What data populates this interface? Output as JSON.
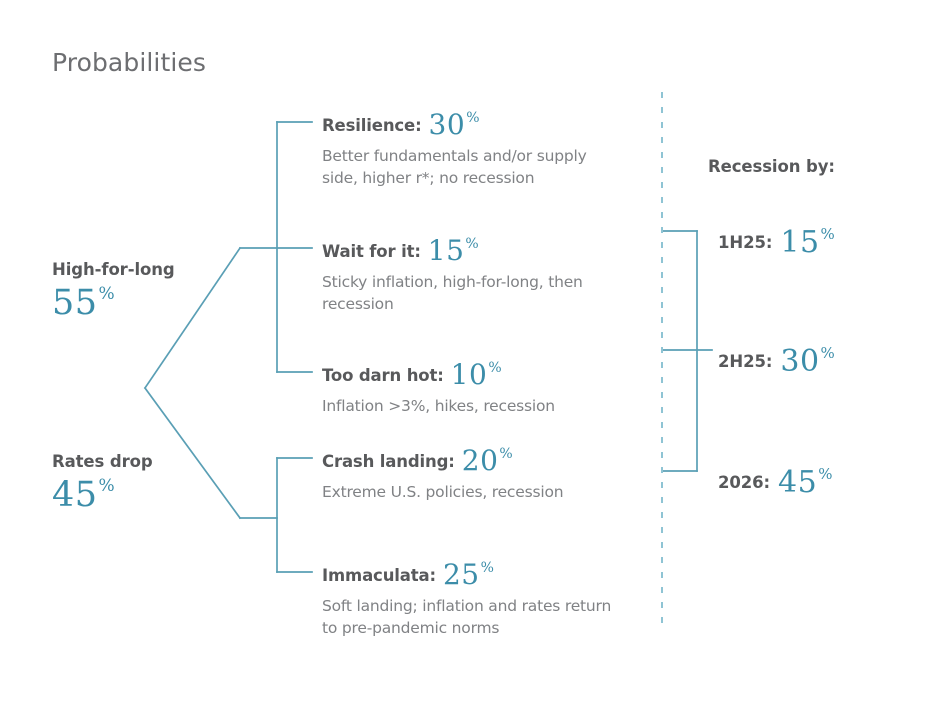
{
  "title": "Probabilities",
  "colors": {
    "accent_teal": "#3c8da9",
    "connector_teal": "#5a9fb5",
    "dashed_divider": "#8fc4d4",
    "label_gray": "#58595b",
    "body_gray": "#808285",
    "title_gray": "#6d6e71"
  },
  "roots": [
    {
      "label": "High-for-long",
      "value": "55",
      "pct": "%"
    },
    {
      "label": "Rates drop",
      "value": "45",
      "pct": "%"
    }
  ],
  "scenarios": [
    {
      "name": "Resilience:",
      "value": "30",
      "pct": "%",
      "desc": "Better fundamentals and/or supply side, higher r*; no recession",
      "parent": "High-for-long"
    },
    {
      "name": "Wait for it:",
      "value": "15",
      "pct": "%",
      "desc": "Sticky inflation, high-for-long, then recession",
      "parent": "High-for-long"
    },
    {
      "name": "Too darn hot:",
      "value": "10",
      "pct": "%",
      "desc": "Inflation >3%, hikes, recession",
      "parent": "High-for-long"
    },
    {
      "name": "Crash landing:",
      "value": "20",
      "pct": "%",
      "desc": "Extreme U.S. policies, recession",
      "parent": "Rates drop"
    },
    {
      "name": "Immaculata:",
      "value": "25",
      "pct": "%",
      "desc": "Soft landing; inflation and rates return to pre-pandemic norms",
      "parent": "Rates drop"
    }
  ],
  "recession": {
    "title": "Recession by:",
    "rows": [
      {
        "label": "1H25:",
        "value": "15",
        "pct": "%"
      },
      {
        "label": "2H25:",
        "value": "30",
        "pct": "%"
      },
      {
        "label": "2026:",
        "value": "45",
        "pct": "%"
      }
    ]
  },
  "chart_data": {
    "type": "diagram",
    "title": "Probabilities",
    "subtype": "probability-tree",
    "nodes": [
      {
        "id": "high-for-long",
        "label": "High-for-long",
        "value": 55,
        "unit": "%",
        "level": 1
      },
      {
        "id": "rates-drop",
        "label": "Rates drop",
        "value": 45,
        "unit": "%",
        "level": 1
      },
      {
        "id": "resilience",
        "label": "Resilience",
        "value": 30,
        "unit": "%",
        "level": 2,
        "parent": "high-for-long"
      },
      {
        "id": "wait-for-it",
        "label": "Wait for it",
        "value": 15,
        "unit": "%",
        "level": 2,
        "parent": "high-for-long"
      },
      {
        "id": "too-darn-hot",
        "label": "Too darn hot",
        "value": 10,
        "unit": "%",
        "level": 2,
        "parent": "high-for-long"
      },
      {
        "id": "crash-landing",
        "label": "Crash landing",
        "value": 20,
        "unit": "%",
        "level": 2,
        "parent": "rates-drop"
      },
      {
        "id": "immaculata",
        "label": "Immaculata",
        "value": 25,
        "unit": "%",
        "level": 2,
        "parent": "rates-drop"
      }
    ],
    "side_panel": {
      "title": "Recession by:",
      "categories": [
        "1H25",
        "2H25",
        "2026"
      ],
      "values": [
        15,
        30,
        45
      ],
      "unit": "%"
    }
  }
}
